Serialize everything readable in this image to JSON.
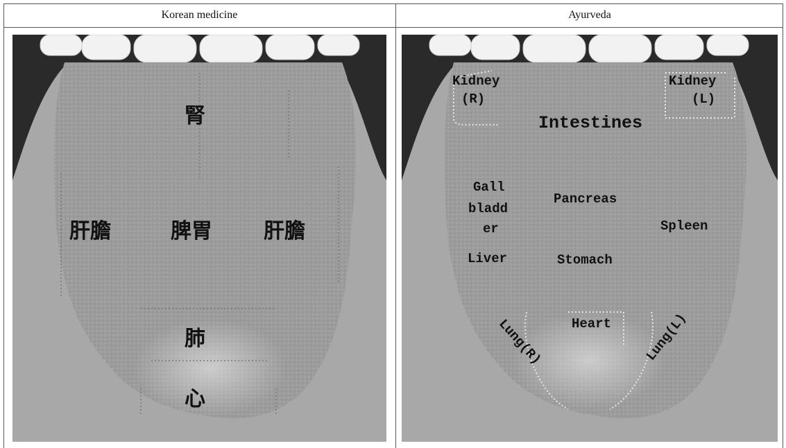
{
  "headers": {
    "left": "Korean medicine",
    "right": "Ayurveda"
  },
  "korean_labels": {
    "kidney": "腎",
    "liver_gall_left": "肝膽",
    "spleen_stomach": "脾胃",
    "liver_gall_right": "肝膽",
    "lung": "肺",
    "heart": "心"
  },
  "ayurveda_labels": {
    "kidney_r_1": "Kidney",
    "kidney_r_2": "(R)",
    "kidney_l_1": "Kidney",
    "kidney_l_2": "(L)",
    "intestines": "Intestines",
    "gall_1": "Gall",
    "gall_2": "bladd",
    "gall_3": "er",
    "pancreas": "Pancreas",
    "spleen": "Spleen",
    "liver": "Liver",
    "stomach": "Stomach",
    "heart": "Heart",
    "lung_r": "Lung(R)",
    "lung_l": "Lung(L)"
  }
}
